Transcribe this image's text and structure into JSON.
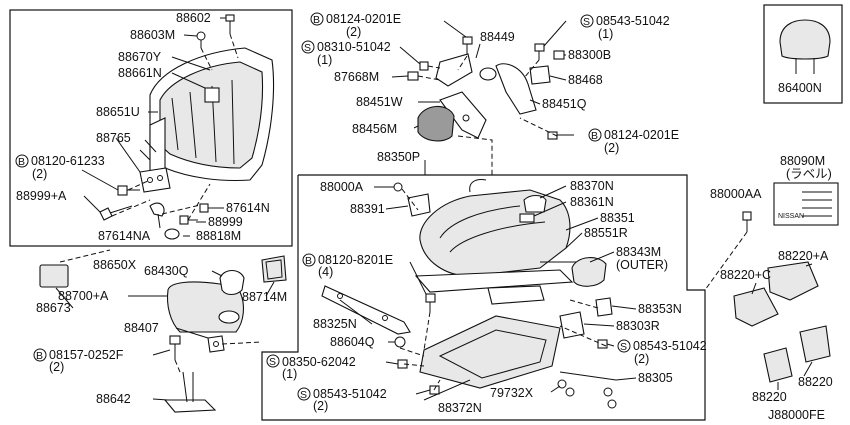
{
  "diagram": {
    "footer_code": "J88000FE",
    "labels": {
      "l88602": "88602",
      "l88603M": "88603M",
      "l88670Y": "88670Y",
      "l88661N": "88661N",
      "l88651U": "88651U",
      "l88765": "88765",
      "l08120_61233": "08120-61233",
      "l08120_61233_q": "(2)",
      "l88999A": "88999+A",
      "l87614N": "87614N",
      "l88999": "88999",
      "l87614NA": "87614NA",
      "l88818M": "88818M",
      "l88650X": "88650X",
      "l68430Q": "68430Q",
      "l88700A": "88700+A",
      "l88673": "88673",
      "l88714M": "88714M",
      "l88407": "88407",
      "l08157": "08157-0252F",
      "l08157_q": "(2)",
      "l88642": "88642",
      "l08124_top": "08124-0201E",
      "l08124_top_q": "(2)",
      "l08310": "08310-51042",
      "l08310_q": "(1)",
      "l88449": "88449",
      "l87668M": "87668M",
      "l88451W": "88451W",
      "l88456M": "88456M",
      "l08543_top": "08543-51042",
      "l08543_top_q": "(1)",
      "l88300B": "88300B",
      "l88468": "88468",
      "l88451Q": "88451Q",
      "l08124_mid": "08124-0201E",
      "l08124_mid_q": "(2)",
      "l88350P": "88350P",
      "l88000A": "88000A",
      "l88391": "88391",
      "l88370N": "88370N",
      "l88361N": "88361N",
      "l88351": "88351",
      "l88551R": "88551R",
      "l88343M": "88343M",
      "l88343M_sub": "(OUTER)",
      "l08120_8201E": "08120-8201E",
      "l08120_8201E_q": "(4)",
      "l88325N": "88325N",
      "l88604Q": "88604Q",
      "l08350": "08350-62042",
      "l08350_q": "(1)",
      "l08543_bot": "08543-51042",
      "l08543_bot_q": "(2)",
      "l88372N": "88372N",
      "l79732X": "79732X",
      "l88353N": "88353N",
      "l88303R": "88303R",
      "l08543_right": "08543-51042",
      "l08543_right_q": "(2)",
      "l88305": "88305",
      "l86400N": "86400N",
      "l88090M": "88090M",
      "l88090M_sub": "(ラベル)",
      "l88090M_brand": "NISSAN",
      "l88000AA": "88000AA",
      "l88220A": "88220+A",
      "l88220C": "88220+C",
      "l88220_r": "88220",
      "l88220_l": "88220",
      "sym_B": "B",
      "sym_S": "S"
    }
  }
}
